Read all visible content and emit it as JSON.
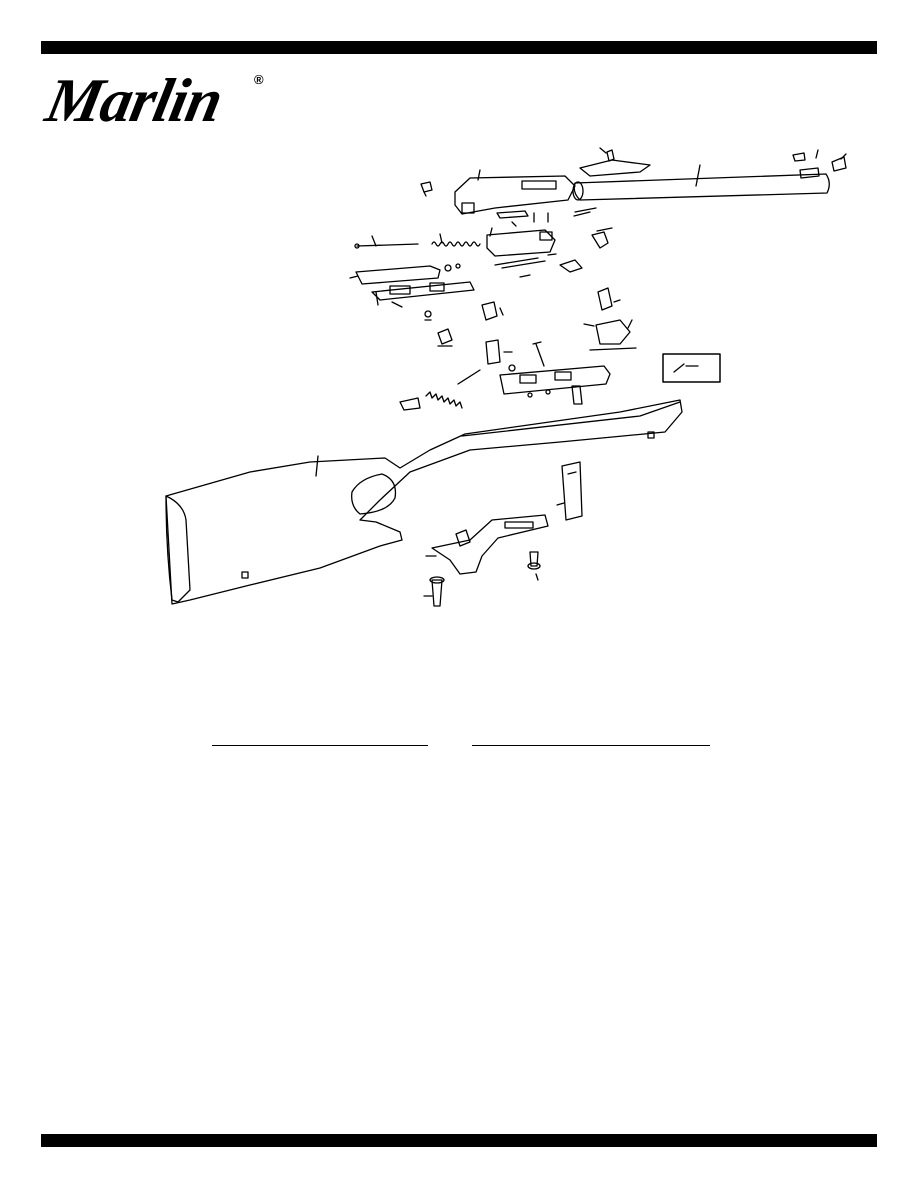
{
  "brand": {
    "name": "Marlin",
    "registered_mark": "®"
  },
  "colors": {
    "ink": "#000000",
    "paper": "#ffffff"
  },
  "diagram": {
    "type": "exploded-parts-view",
    "subject": "rifle"
  }
}
